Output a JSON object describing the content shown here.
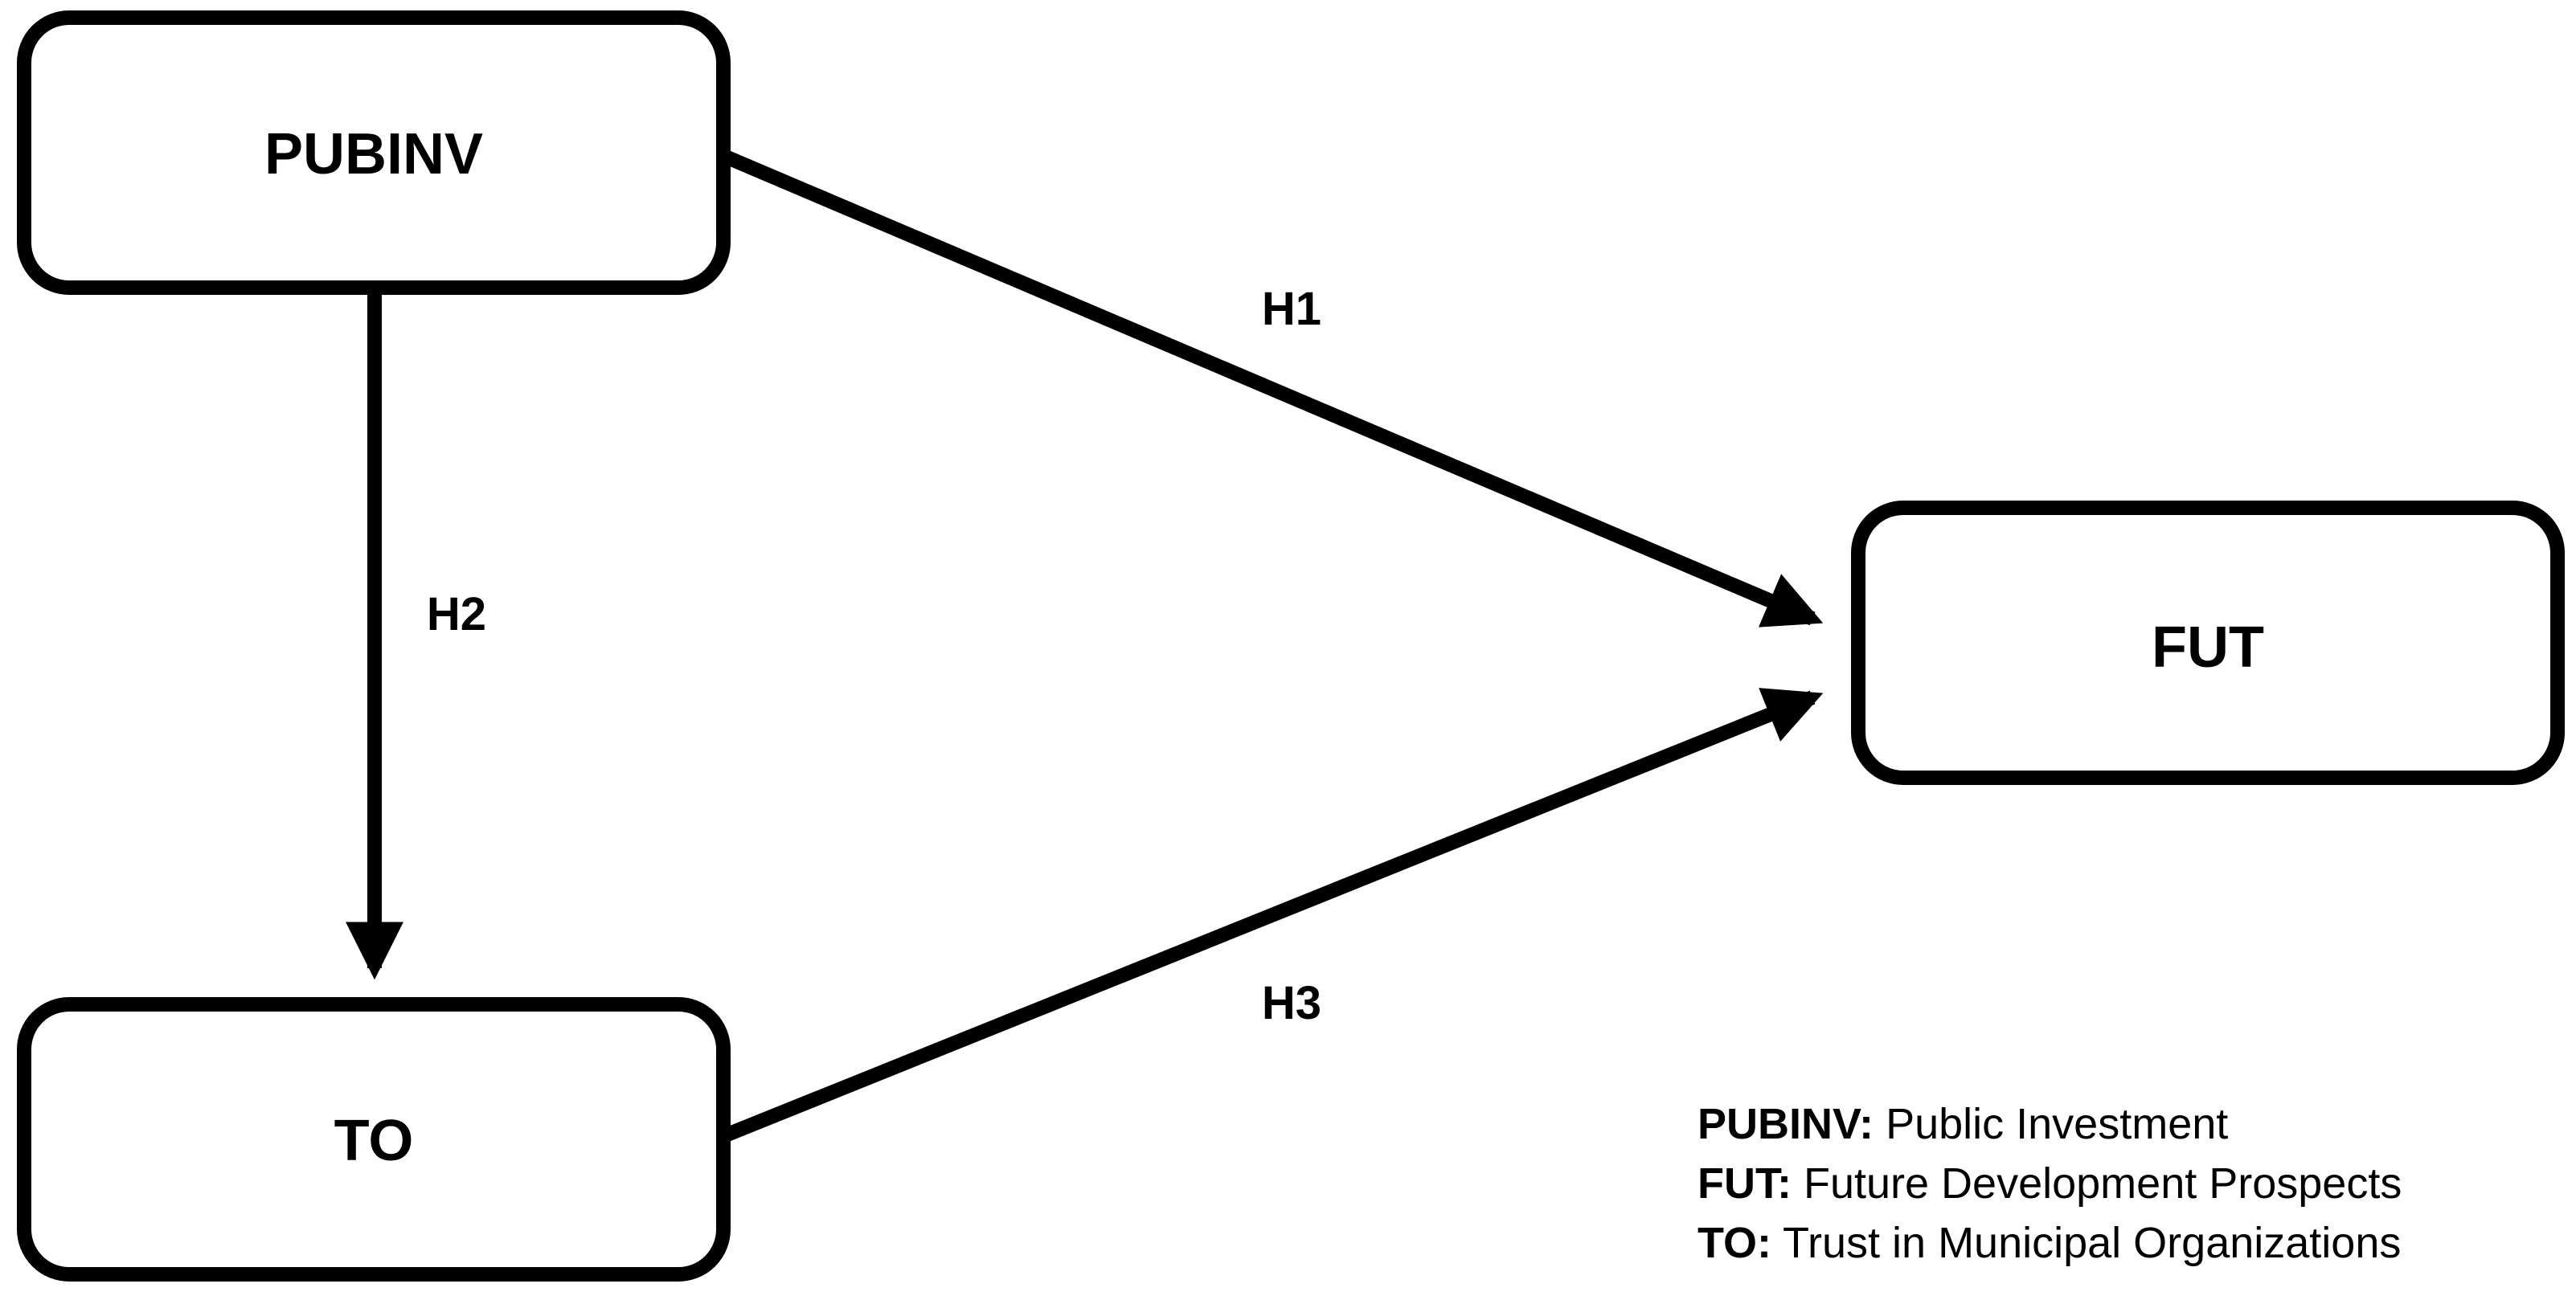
{
  "nodes": {
    "pubinv": {
      "label": "PUBINV"
    },
    "fut": {
      "label": "FUT"
    },
    "to": {
      "label": "TO"
    }
  },
  "edges": {
    "h1": {
      "label": "H1",
      "from": "PUBINV",
      "to": "FUT"
    },
    "h2": {
      "label": "H2",
      "from": "PUBINV",
      "to": "TO"
    },
    "h3": {
      "label": "H3",
      "from": "TO",
      "to": "FUT"
    }
  },
  "legend": [
    {
      "key": "PUBINV:",
      "desc": "Public Investment"
    },
    {
      "key": "FUT:",
      "desc": "Future Development Prospects"
    },
    {
      "key": "TO:",
      "desc": "Trust in Municipal Organizations"
    }
  ],
  "colors": {
    "stroke": "#000000",
    "background": "#ffffff"
  }
}
